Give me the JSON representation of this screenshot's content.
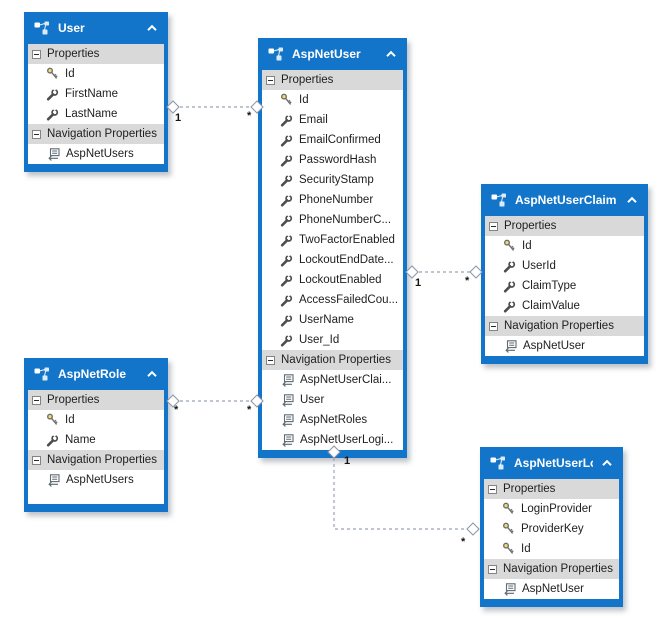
{
  "colors": {
    "entity_header_blue": "#1375c9",
    "section_band_gray": "#d9d9d9",
    "canvas_background": "#ffffff",
    "connector_gray": "#9aa5b4",
    "text_dark": "#1e1e1e"
  },
  "entities": [
    {
      "title": "User",
      "sections": [
        {
          "label": "Properties",
          "rows": [
            {
              "icon": "key-icon",
              "label": "Id"
            },
            {
              "icon": "wrench-icon",
              "label": "FirstName"
            },
            {
              "icon": "wrench-icon",
              "label": "LastName"
            }
          ]
        },
        {
          "label": "Navigation Properties",
          "rows": [
            {
              "icon": "navigation-property-icon",
              "label": "AspNetUsers"
            }
          ]
        }
      ]
    },
    {
      "title": "AspNetUser",
      "sections": [
        {
          "label": "Properties",
          "rows": [
            {
              "icon": "key-icon",
              "label": "Id"
            },
            {
              "icon": "wrench-icon",
              "label": "Email"
            },
            {
              "icon": "wrench-icon",
              "label": "EmailConfirmed"
            },
            {
              "icon": "wrench-icon",
              "label": "PasswordHash"
            },
            {
              "icon": "wrench-icon",
              "label": "SecurityStamp"
            },
            {
              "icon": "wrench-icon",
              "label": "PhoneNumber"
            },
            {
              "icon": "wrench-icon",
              "label": "PhoneNumberC..."
            },
            {
              "icon": "wrench-icon",
              "label": "TwoFactorEnabled"
            },
            {
              "icon": "wrench-icon",
              "label": "LockoutEndDate..."
            },
            {
              "icon": "wrench-icon",
              "label": "LockoutEnabled"
            },
            {
              "icon": "wrench-icon",
              "label": "AccessFailedCou..."
            },
            {
              "icon": "wrench-icon",
              "label": "UserName"
            },
            {
              "icon": "wrench-icon",
              "label": "User_Id"
            }
          ]
        },
        {
          "label": "Navigation Properties",
          "rows": [
            {
              "icon": "navigation-property-icon",
              "label": "AspNetUserClai..."
            },
            {
              "icon": "navigation-property-icon",
              "label": "User"
            },
            {
              "icon": "navigation-property-icon",
              "label": "AspNetRoles"
            },
            {
              "icon": "navigation-property-icon",
              "label": "AspNetUserLogi..."
            }
          ]
        }
      ]
    },
    {
      "title": "AspNetUserClaim",
      "sections": [
        {
          "label": "Properties",
          "rows": [
            {
              "icon": "key-icon",
              "label": "Id"
            },
            {
              "icon": "wrench-icon",
              "label": "UserId"
            },
            {
              "icon": "wrench-icon",
              "label": "ClaimType"
            },
            {
              "icon": "wrench-icon",
              "label": "ClaimValue"
            }
          ]
        },
        {
          "label": "Navigation Properties",
          "rows": [
            {
              "icon": "navigation-property-icon",
              "label": "AspNetUser"
            }
          ]
        }
      ]
    },
    {
      "title": "AspNetRole",
      "sections": [
        {
          "label": "Properties",
          "rows": [
            {
              "icon": "key-icon",
              "label": "Id"
            },
            {
              "icon": "wrench-icon",
              "label": "Name"
            }
          ]
        },
        {
          "label": "Navigation Properties",
          "rows": [
            {
              "icon": "navigation-property-icon",
              "label": "AspNetUsers"
            }
          ]
        }
      ]
    },
    {
      "title": "AspNetUserLo...",
      "sections": [
        {
          "label": "Properties",
          "rows": [
            {
              "icon": "key-icon",
              "label": "LoginProvider"
            },
            {
              "icon": "key-icon",
              "label": "ProviderKey"
            },
            {
              "icon": "key-icon",
              "label": "Id"
            }
          ]
        },
        {
          "label": "Navigation Properties",
          "rows": [
            {
              "icon": "navigation-property-icon",
              "label": "AspNetUser"
            }
          ]
        }
      ]
    }
  ],
  "connectors": [
    {
      "from": "User",
      "to": "AspNetUser",
      "end1": "1",
      "end2": "*"
    },
    {
      "from": "AspNetUser",
      "to": "AspNetUserClaim",
      "end1": "1",
      "end2": "*"
    },
    {
      "from": "AspNetRole",
      "to": "AspNetUser",
      "end1": "*",
      "end2": "*"
    },
    {
      "from": "AspNetUser",
      "to": "AspNetUserLo...",
      "end1": "1",
      "end2": "*"
    }
  ]
}
